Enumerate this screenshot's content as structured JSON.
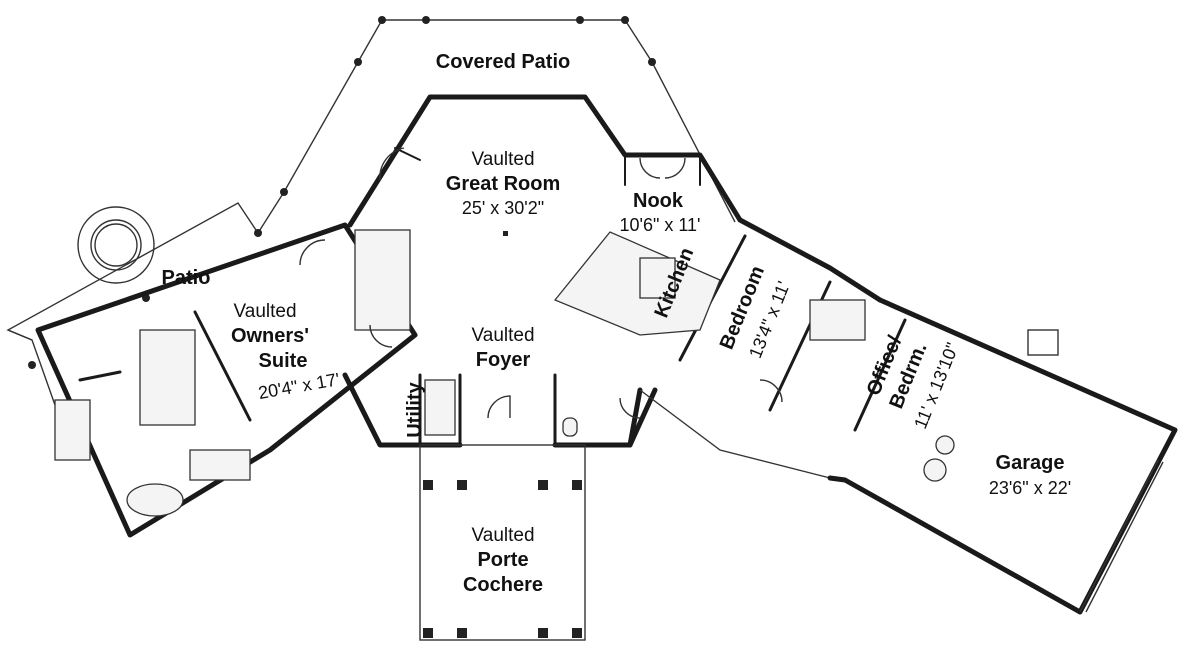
{
  "rooms": {
    "covered_patio": {
      "name": "Covered Patio"
    },
    "great_room": {
      "prefix": "Vaulted",
      "name": "Great Room",
      "dims": "25' x 30'2\""
    },
    "nook": {
      "name": "Nook",
      "dims": "10'6\" x 11'"
    },
    "kitchen": {
      "name": "Kitchen"
    },
    "patio": {
      "name": "Patio"
    },
    "owners_suite": {
      "prefix": "Vaulted",
      "name_line1": "Owners'",
      "name_line2": "Suite",
      "dims": "20'4\" x 17'"
    },
    "foyer": {
      "prefix": "Vaulted",
      "name": "Foyer"
    },
    "utility": {
      "name": "Utility"
    },
    "bedroom": {
      "name": "Bedroom",
      "dims": "13'4\" x 11'"
    },
    "office": {
      "name_line1": "Office/",
      "name_line2": "Bedrm.",
      "dims": "11' x 13'10\""
    },
    "garage": {
      "name": "Garage",
      "dims": "23'6\" x 22'"
    },
    "porte_cochere": {
      "prefix": "Vaulted",
      "name_line1": "Porte",
      "name_line2": "Cochere"
    }
  }
}
